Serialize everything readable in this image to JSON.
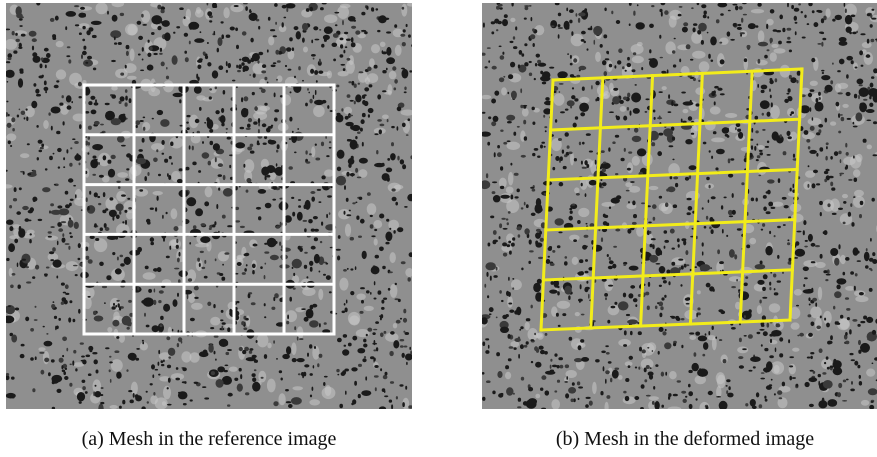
{
  "figure": {
    "subfigures": [
      {
        "caption": "(a)  Mesh in the reference image",
        "mesh": {
          "rows": 5,
          "cols": 5,
          "line_color": "#ffffff",
          "state": "reference"
        }
      },
      {
        "caption": "(b)  Mesh in the deformed image",
        "mesh": {
          "rows": 5,
          "cols": 5,
          "line_color": "#f2ec1a",
          "state": "deformed"
        }
      }
    ],
    "background": "speckle pattern"
  }
}
